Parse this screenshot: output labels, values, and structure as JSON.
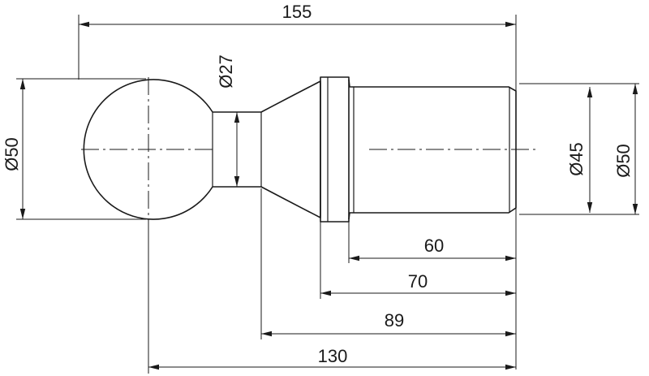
{
  "dimensions": {
    "overall_length": "155",
    "neck_diameter": "Ø27",
    "ball_diameter": "Ø50",
    "thread_diameter": "Ø45",
    "shank_diameter": "Ø50",
    "shank_length": "60",
    "collar_to_end": "70",
    "cone_to_end": "89",
    "ball_center_to_end": "130"
  }
}
